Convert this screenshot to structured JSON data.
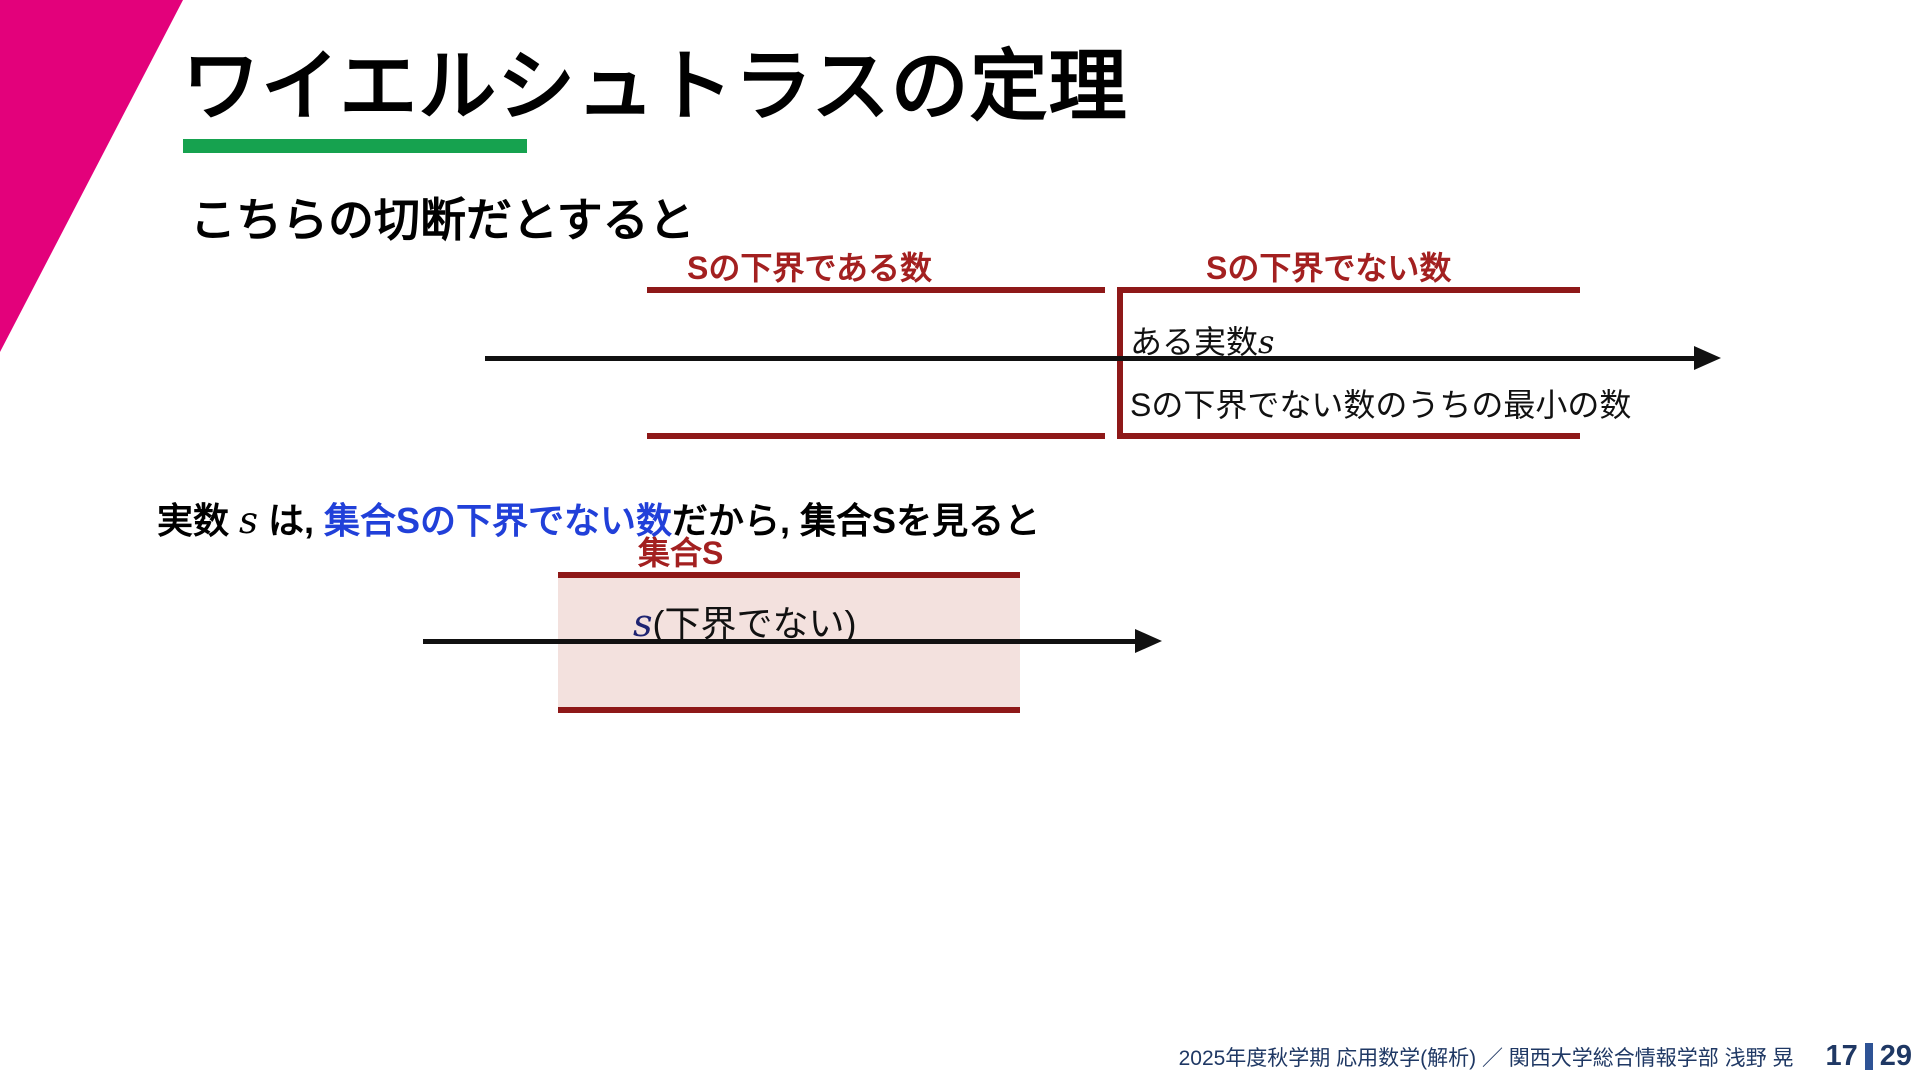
{
  "slide": {
    "title": "ワイエルシュトラスの定理",
    "subtitle": "こちらの切断だとすると",
    "diagram1": {
      "label_left": "Sの下界である数",
      "label_right": "Sの下界でない数",
      "real_prefix": "ある実数",
      "real_var": "s",
      "min_note": "Sの下界でない数のうちの最小の数"
    },
    "statement": {
      "part1": "実数 ",
      "var": "s",
      "part2": " は, ",
      "highlight": "集合Sの下界でない数",
      "part3": "だから, 集合Sを見ると"
    },
    "diagram2": {
      "label": "集合S",
      "var": "s",
      "note": "(下界でない)"
    },
    "footer": {
      "course": "2025年度秋学期 応用数学(解析) ／ 関西大学総合情報学部 浅野 晃",
      "page_current": "17",
      "page_total": "29"
    },
    "colors": {
      "accent_magenta": "#E3017B",
      "accent_green": "#16A24F",
      "dark_red_line": "#8E1818",
      "dark_red_text": "#A32020",
      "highlight_blue": "#2140D9",
      "navy_var": "#1F2472",
      "box_fill": "#F3E1DE",
      "footer_navy": "#1F3864",
      "page_bar": "#2E5395"
    }
  }
}
